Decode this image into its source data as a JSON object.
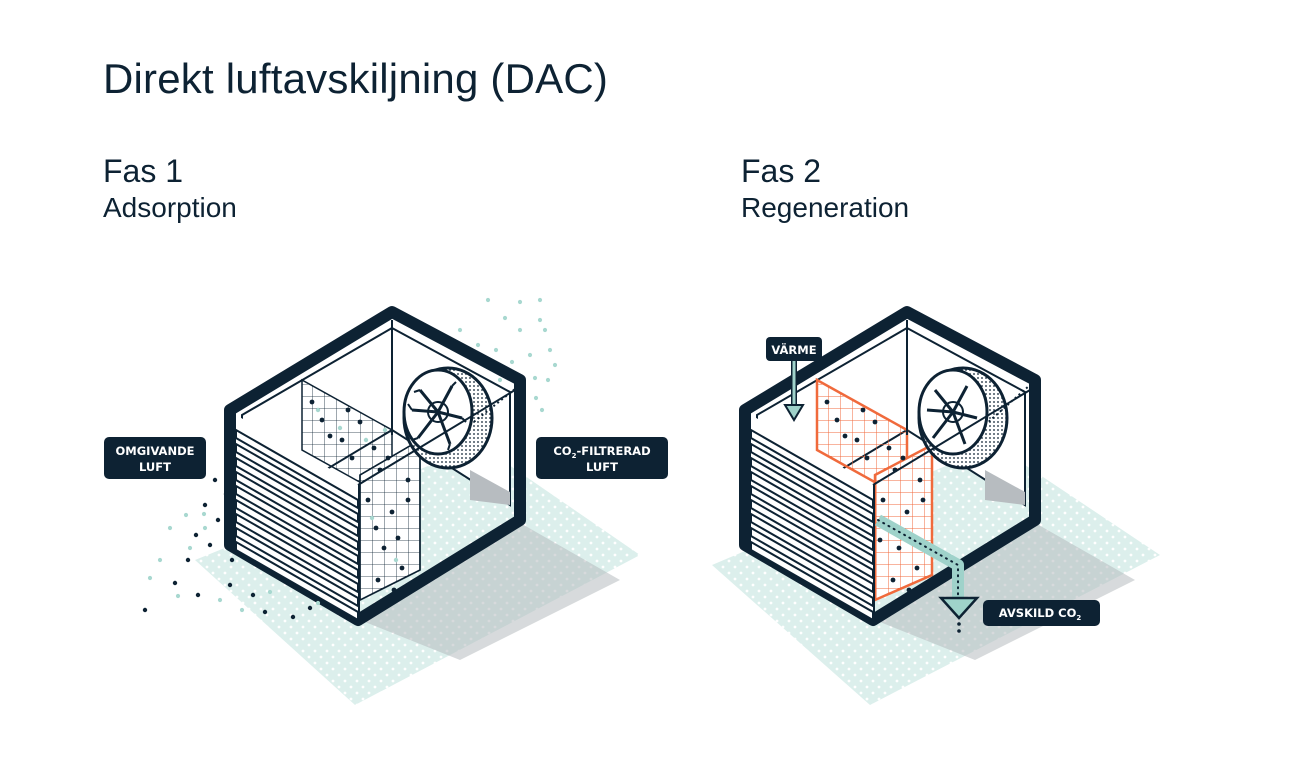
{
  "title": "Direkt luftavskiljning (DAC)",
  "phase1": {
    "title": "Fas 1",
    "subtitle": "Adsorption",
    "label_in_line1": "OMGIVANDE",
    "label_in_line2": "LUFT",
    "label_out_co": "CO",
    "label_out_sub": "2",
    "label_out_rest": "-FILTRERAD",
    "label_out_line2": "LUFT"
  },
  "phase2": {
    "title": "Fas 2",
    "subtitle": "Regeneration",
    "label_heat": "VÄRME",
    "label_co2_main": "AVSKILD CO",
    "label_co2_sub": "2"
  },
  "colors": {
    "navy": "#0d2233",
    "mint": "#dcefec",
    "mint_dot": "#a8d8d0",
    "grey": "#b7bcc0",
    "orange": "#f06a3c",
    "white": "#ffffff"
  },
  "icons": [
    "fan-icon",
    "down-arrow-icon",
    "louver-icon",
    "filter-grid-icon",
    "co2-molecule-dots"
  ]
}
